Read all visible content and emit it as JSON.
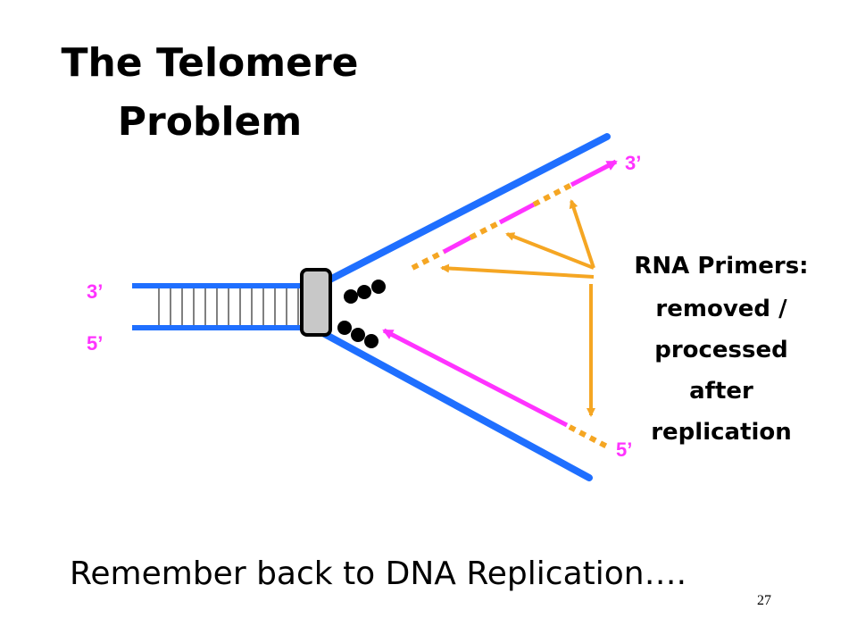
{
  "title": "The Telomere Problem",
  "subtitle": "Remember back to DNA Replication….",
  "page_number": "27",
  "labels": {
    "parent_top": "3’",
    "parent_bottom": "5’",
    "leading_end": "3’",
    "lagging_end": "5’"
  },
  "annotation": {
    "lines": [
      "RNA Primers:",
      "removed /",
      "processed",
      "after",
      "replication"
    ]
  },
  "colors": {
    "dna_strand": "#1f6fff",
    "new_strand": "#ff33ff",
    "primer": "#f5a623",
    "text_pink": "#ff33ff"
  },
  "icons": {
    "enzyme": "replication-enzyme-box",
    "nucleotides": "nucleotide-dots"
  }
}
